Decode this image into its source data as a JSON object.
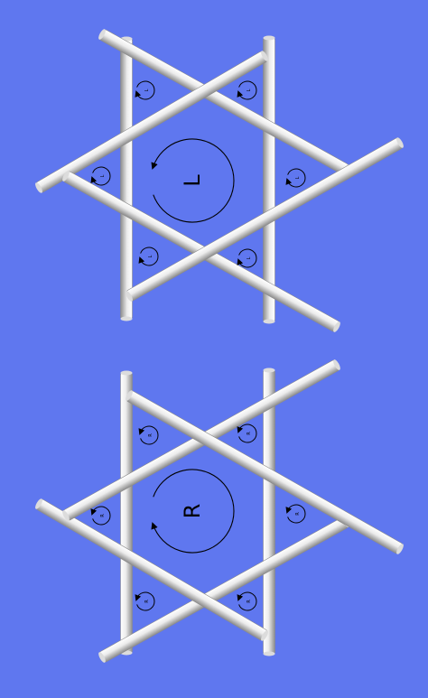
{
  "background_color": "#5f77ef",
  "rod_colors": {
    "light": "#ffffff",
    "mid": "#dcdcdc",
    "dark": "#8c8c8c"
  },
  "arrow_color": "#000000",
  "figures": [
    {
      "id": "left-handed-star",
      "center_label": "L",
      "rotation_direction": "counterclockwise",
      "corner_mini_labels": [
        "L",
        "L",
        "L",
        "L",
        "L",
        "L"
      ]
    },
    {
      "id": "right-handed-star",
      "center_label": "R",
      "rotation_direction": "clockwise",
      "corner_mini_labels": [
        "R",
        "R",
        "R",
        "R",
        "R",
        "R"
      ]
    }
  ]
}
